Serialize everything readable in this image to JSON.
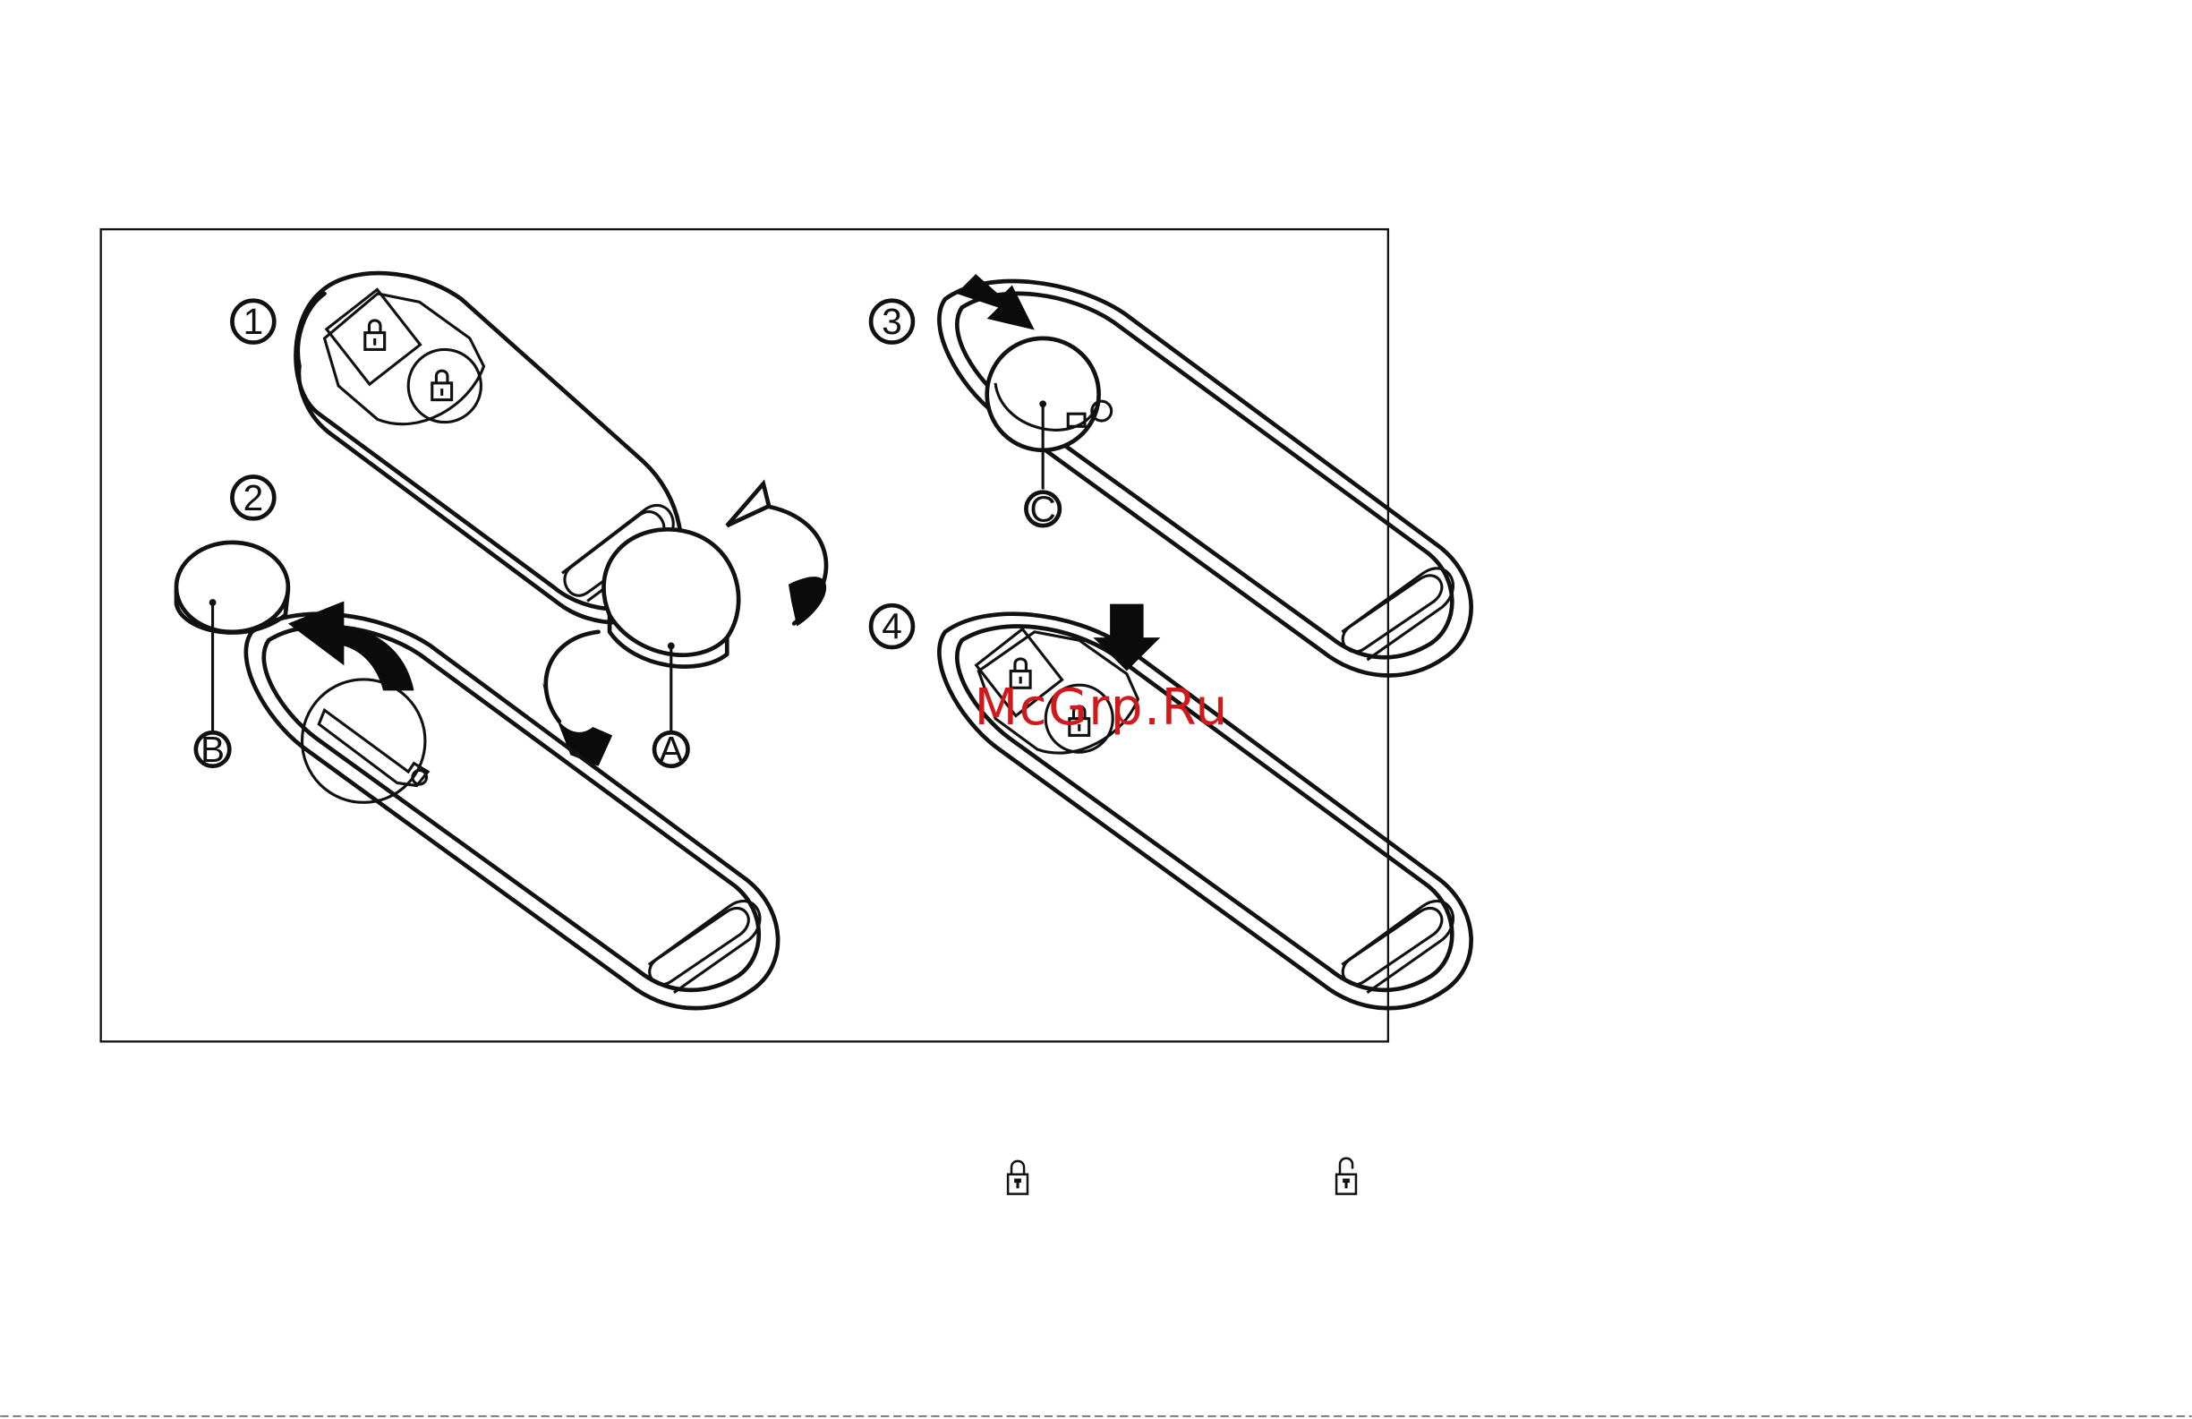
{
  "figure": {
    "step_labels": [
      "1",
      "2",
      "3",
      "4"
    ],
    "part_labels": {
      "a": "A",
      "b": "B",
      "c": "C"
    },
    "watermark": "McGrp.Ru"
  },
  "icons": [
    "lock-icon",
    "unlock-icon"
  ],
  "colors": {
    "line": "#111111",
    "watermark": "#d0191b",
    "background": "#ffffff"
  }
}
